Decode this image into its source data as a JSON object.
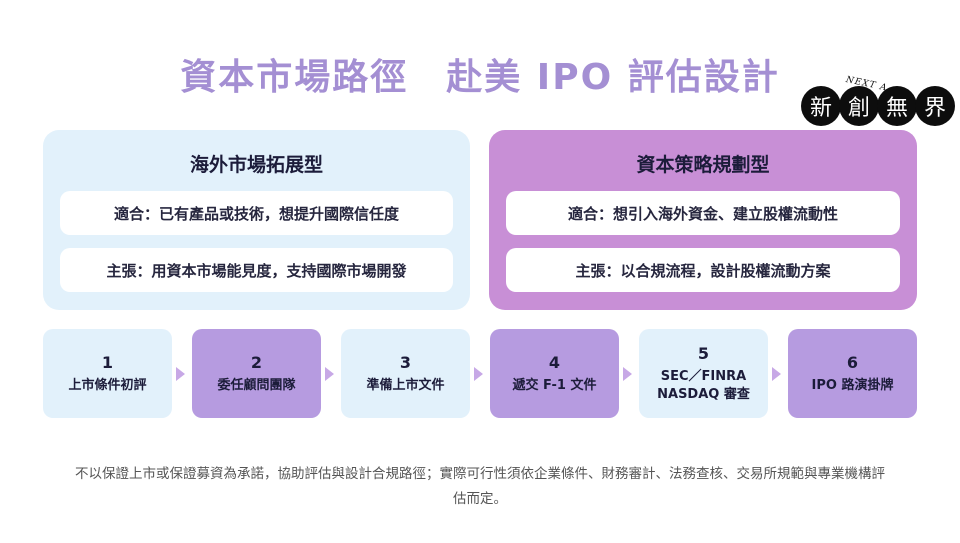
{
  "title": "資本市場路徑　赴美 IPO 評估設計",
  "brand": {
    "top_text": "NEXT A",
    "chars": [
      "新",
      "創",
      "無",
      "界"
    ]
  },
  "panels": {
    "left": {
      "title": "海外市場拓展型",
      "fit": "適合：已有產品或技術，想提升國際信任度",
      "claim": "主張：用資本市場能見度，支持國際市場開發"
    },
    "right": {
      "title": "資本策略規劃型",
      "fit": "適合：想引入海外資金、建立股權流動性",
      "claim": "主張：以合規流程，設計股權流動方案"
    }
  },
  "steps": [
    {
      "num": "1",
      "label": "上市條件初評"
    },
    {
      "num": "2",
      "label": "委任顧問團隊"
    },
    {
      "num": "3",
      "label": "準備上市文件"
    },
    {
      "num": "4",
      "label": "遞交 F-1 文件"
    },
    {
      "num": "5",
      "label": "SEC／FINRA\nNASDAQ 審查"
    },
    {
      "num": "6",
      "label": "IPO 路演掛牌"
    }
  ],
  "disclaimer": "不以保證上市或保證募資為承諾，協助評估與設計合規路徑；實際可行性須依企業條件、財務審計、法務查核、交易所規範與專業機構評估而定。",
  "colors": {
    "title": "#a48fd3",
    "panel_left": "#e2f1fb",
    "panel_right": "#c88fd6",
    "step_light": "#e2f1fb",
    "step_dark": "#b69be0",
    "arrow": "#c7a8e6"
  }
}
